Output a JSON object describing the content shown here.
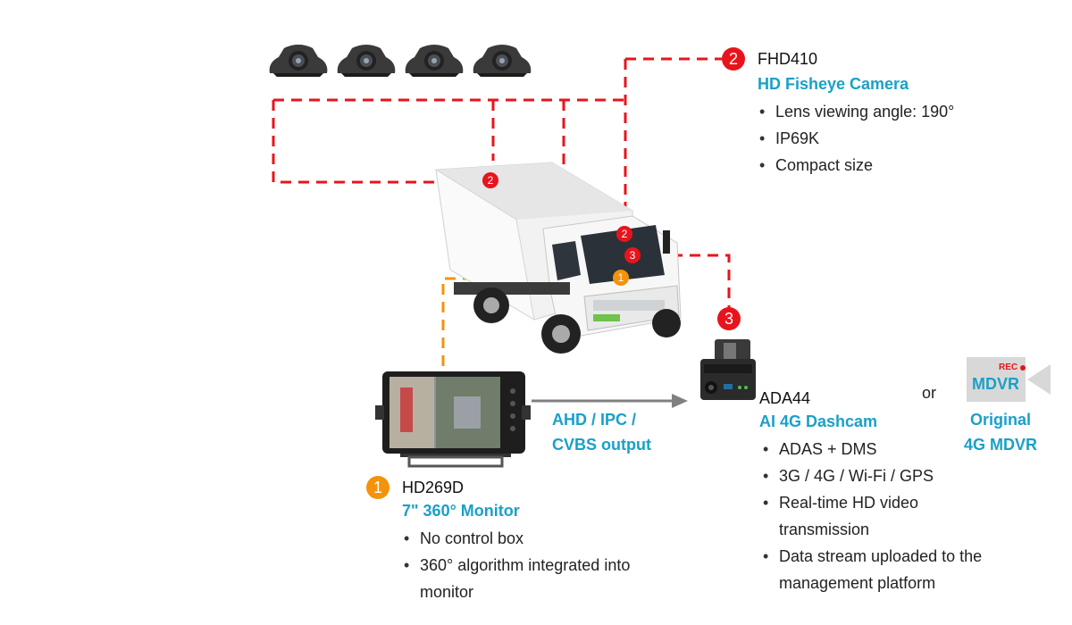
{
  "cameras": {
    "badge": "2",
    "model": "FHD410",
    "title": "HD Fisheye Camera",
    "features": [
      "Lens viewing angle: 190°",
      "IP69K",
      "Compact size"
    ],
    "count": 4
  },
  "monitor": {
    "badge": "1",
    "model": "HD269D",
    "title": "7\" 360° Monitor",
    "features": [
      "No control box",
      "360° algorithm integrated into monitor"
    ]
  },
  "dashcam": {
    "badge": "3",
    "model": "ADA44",
    "title": "AI 4G Dashcam",
    "features": [
      "ADAS + DMS",
      "3G / 4G / Wi-Fi / GPS",
      "Real-time HD video transmission",
      "Data stream uploaded to the management platform"
    ]
  },
  "output": {
    "line1": "AHD / IPC /",
    "line2": "CVBS output"
  },
  "alternative": {
    "or_label": "or",
    "icon_rec": "REC",
    "icon_text": "MDVR",
    "line1": "Original",
    "line2": "4G MDVR"
  },
  "truck_markers": [
    "2",
    "2",
    "3",
    "1"
  ],
  "colors": {
    "accent": "#1aa0c8",
    "red": "#e8141c",
    "orange": "#f5920b",
    "arrow": "#808080"
  },
  "icons": [
    "fisheye-camera-icon",
    "truck-illustration",
    "monitor-device",
    "dashcam-device",
    "mdvr-icon"
  ]
}
